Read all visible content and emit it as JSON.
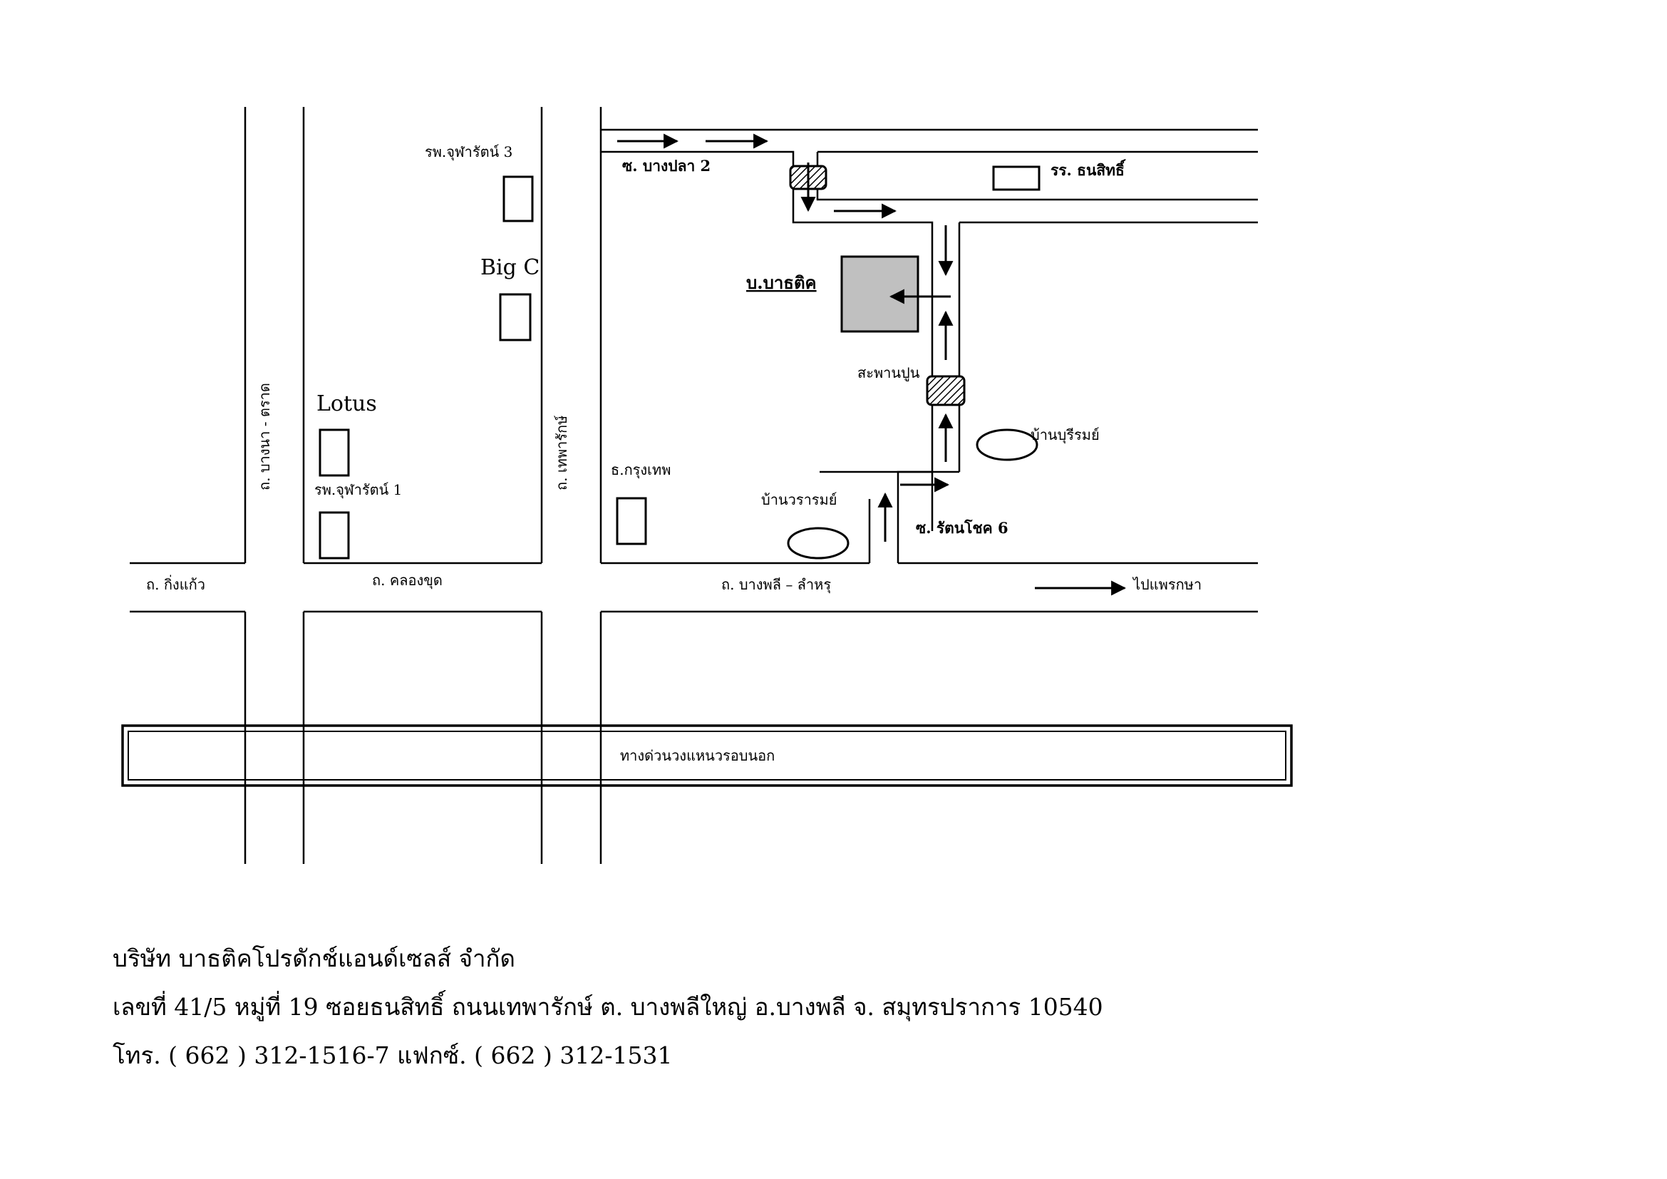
{
  "map": {
    "roads": {
      "bangna_trat": "ถ. บางนา - ตราด",
      "theparak": "ถ. เทพารักษ์",
      "king_kaeo": "ถ. กิ่งแก้ว",
      "khlong_chut": "ถ. คลองขุด",
      "bangphli_samrong": "ถ. บางพลี – ลำหรุ",
      "soi_bangpla_2": "ซ. บางปลา 2",
      "soi_rattanachot_6": "ซ. รัตนโชค 6",
      "ring_road": "ทางด่วนวงแหนวรอบนอก"
    },
    "landmarks": {
      "chularat_3": "รพ.จุฬารัตน์ 3",
      "big_c": "Big C",
      "lotus": "Lotus",
      "chularat_1": "รพ.จุฬารัตน์ 1",
      "school": "รร. ธนสิทธิ์",
      "company": "บ.บาธติค",
      "bridge": "สะพานปูน",
      "ban_buriram": "บ้านบุรีรมย์",
      "bangkok_bank": "ธ.กรุงเทพ",
      "ban_wararom": "บ้านวรารมย์",
      "to_phraeksa": "ไปแพรกษา"
    }
  },
  "address": {
    "line1": "บริษัท บาธติคโปรดักช์แอนด์เซลส์ จำกัด",
    "line2": "เลขที่  41/5 หมู่ที่ 19 ซอยธนสิทธิ์ ถนนเทพารักษ์ ต. บางพลีใหญ่  อ.บางพลี จ. สมุทรปราการ 10540",
    "line3": "โทร. ( 662 ) 312-1516-7  แฟกซ์. ( 662 ) 312-1531"
  },
  "colors": {
    "company_building": "#c0c0c0",
    "line": "#000000",
    "background": "#ffffff"
  }
}
